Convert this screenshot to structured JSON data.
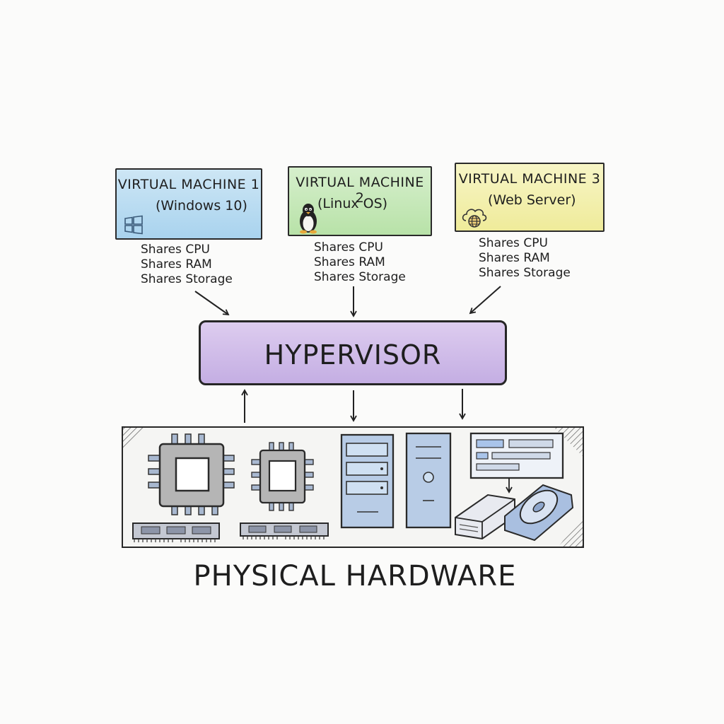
{
  "vms": [
    {
      "title": "VIRTUAL MACHINE 1",
      "subtitle": "(Windows 10)",
      "icon": "windows-logo-icon",
      "color": "#b8dcf2"
    },
    {
      "title": "VIRTUAL MACHINE 2",
      "subtitle": "(Linux OS)",
      "icon": "linux-penguin-icon",
      "color": "#c4e8b6"
    },
    {
      "title": "VIRTUAL MACHINE 3",
      "subtitle": "(Web Server)",
      "icon": "cloud-globe-icon",
      "color": "#f2efaa"
    }
  ],
  "shares": [
    {
      "cpu": "Shares CPU",
      "ram": "Shares RAM",
      "storage": "Shares Storage"
    },
    {
      "cpu": "Shares CPU",
      "ram": "Shares RAM",
      "storage": "Shares Storage"
    },
    {
      "cpu": "Shares CPU",
      "ram": "Shares RAM",
      "storage": "Shares Storage"
    }
  ],
  "hypervisor": {
    "label": "HYPERVISOR",
    "color": "#cdb8e8"
  },
  "hardware": {
    "label": "PHYSICAL HARDWARE",
    "components": [
      "cpu-chip-icon",
      "cpu-chip-icon",
      "ram-module-icon",
      "ram-module-icon",
      "server-tower-icon",
      "server-tower-icon",
      "monitor-icon",
      "hard-drive-icon",
      "disk-drive-icon"
    ]
  }
}
